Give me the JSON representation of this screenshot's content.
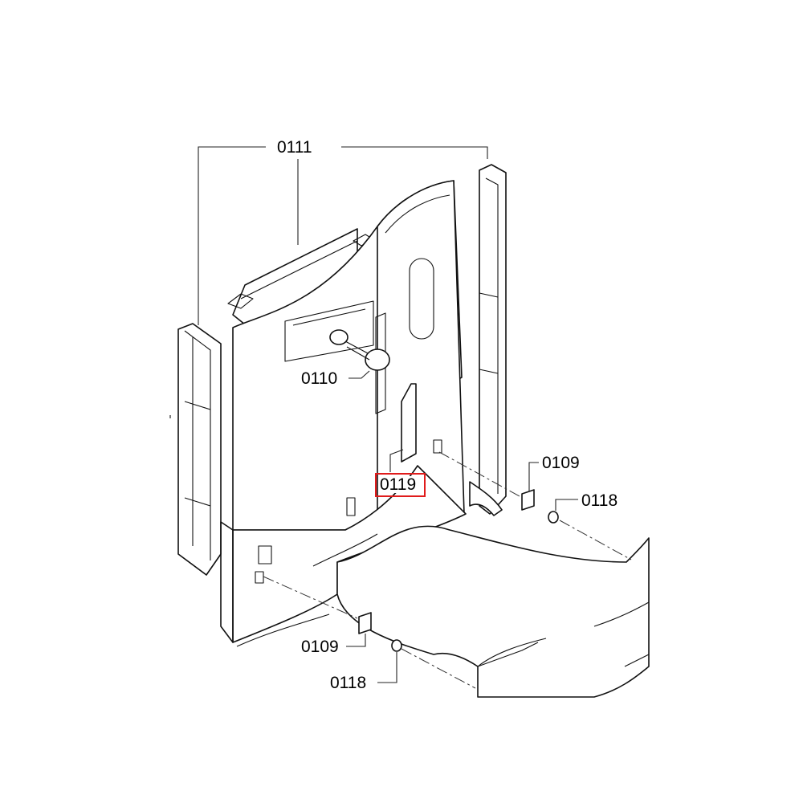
{
  "labels": {
    "p0111": "0111",
    "p0110": "0110",
    "p0119": "0119",
    "p0109_right": "0109",
    "p0118_right": "0118",
    "p0109_left": "0109",
    "p0118_left": "0118"
  },
  "highlight": {
    "target": "0119",
    "color": "#e01b1b"
  }
}
